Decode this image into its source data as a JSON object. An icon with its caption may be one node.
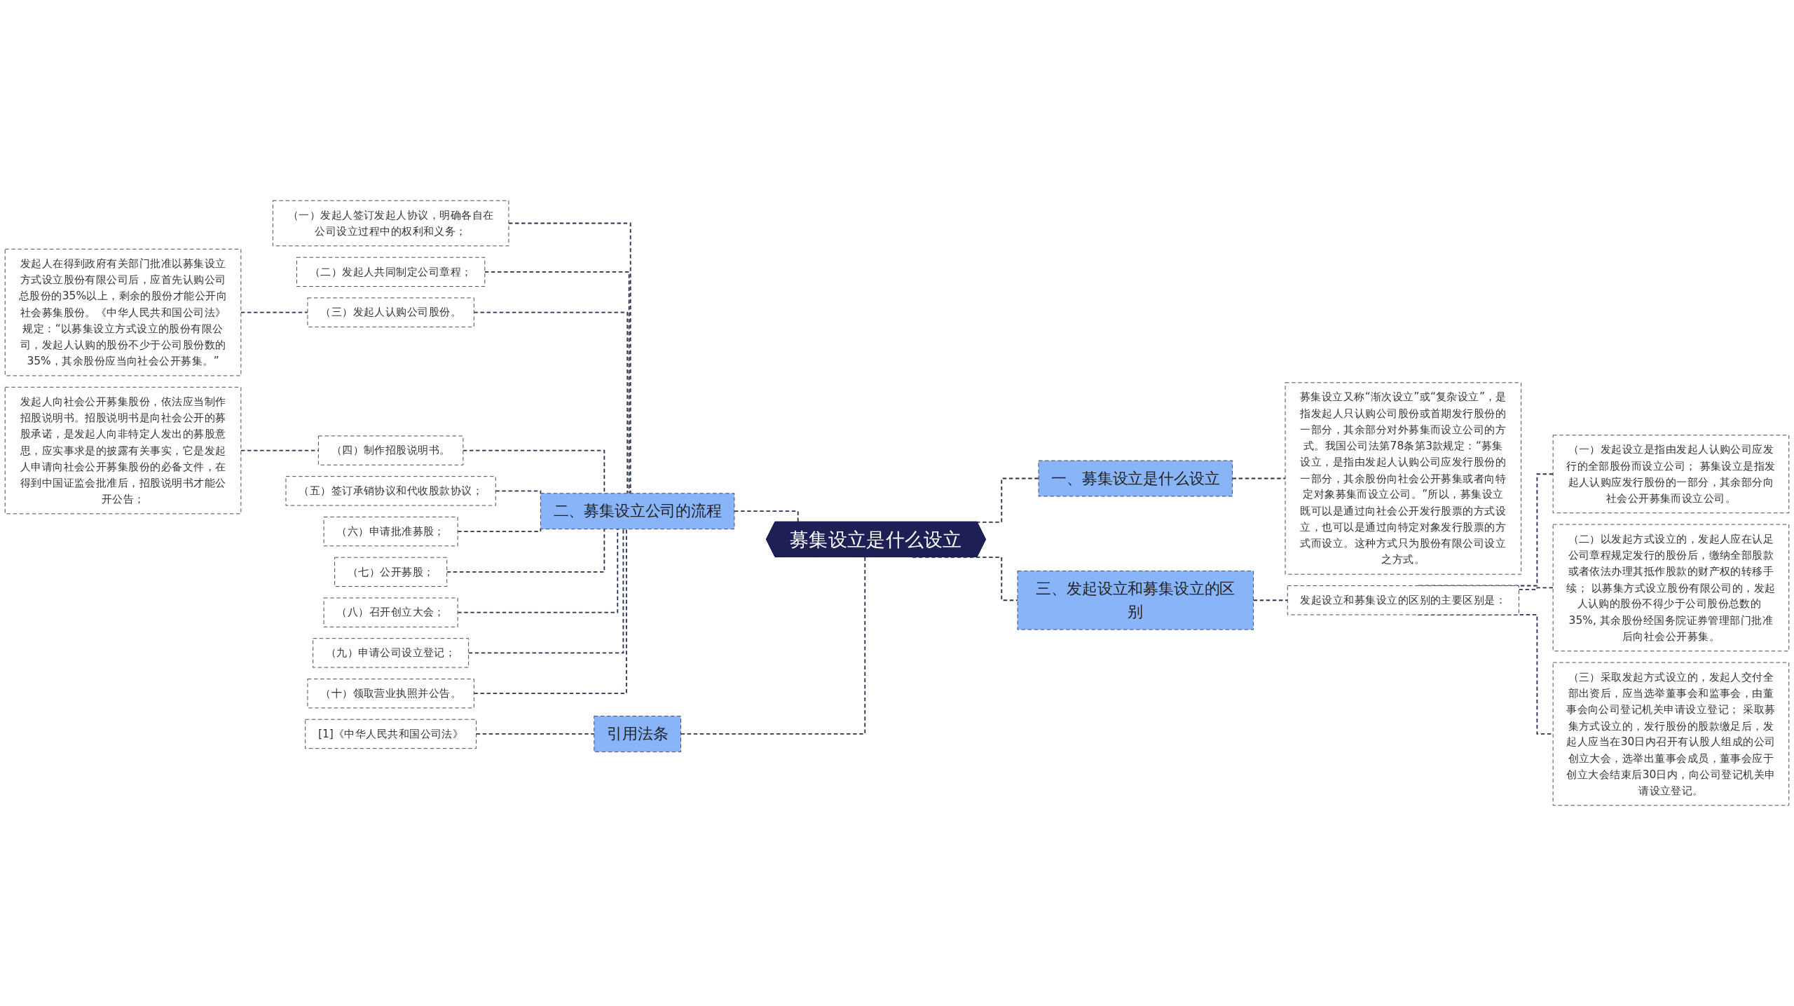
{
  "diagram": {
    "nodes": [
      {
        "text": [
          "募集设立是什么设立"
        ]
      },
      {
        "text": [
          "一、募集设立是什么设立"
        ]
      },
      {
        "text": [
          "募集设立又称“渐次设立”或“复杂设立”，是指发起人只认购公司股份或首期发行股份的一部分，其余部分对外募集而设立公司的方式。我国公司法第78条第3款规定：“募集设立，是指由发起人认购公司应发行股份的一部分，其余股份向社会公开募集或者向特定对象募集而设立公司。”所以，募集设立既可以是通过向社会公开发行股票的方式设立，也可以是通过向特定对象发行股票的方式而设立。这种方式只为股份有限公司设立之方式。"
        ]
      },
      {
        "text": [
          "三、发起设立和募集设立的区别"
        ]
      },
      {
        "text": [
          "发起设立和募集设立的区别的主要区别是："
        ]
      },
      {
        "text": [
          "（一）发起设立是指由发起人认购公司应发行的全部股份而设立公司； 募集设立是指发起人认购应发行股份的一部分，其余部分向社会公开募集而设立公司。"
        ]
      },
      {
        "text": [
          "（二）以发起方式设立的，发起人应在认足公司章程规定发行的股份后，缴纳全部股款或者依法办理其抵作股款的财产权的转移手续； 以募集方式设立股份有限公司的，发起人认购的股份不得少于公司股份总数的 35%, 其余股份经国务院证券管理部门批准后向社会公开募集。"
        ]
      },
      {
        "text": [
          "（三）采取发起方式设立的，发起人交付全部出资后，应当选举董事会和监事会，由董事会向公司登记机关申请设立登记； 采取募集方式设立的，发行股份的股款缴足后，发起人应当在30日内召开有认股人组成的公司创立大会，选举出董事会成员，董事会应于创立大会结束后30日内，向公司登记机关申请设立登记。"
        ]
      },
      {
        "text": [
          "二、募集设立公司的流程"
        ]
      },
      {
        "text": [
          "（一）发起人签订发起人协议，明确各自在公司设立过程中的权利和义务；"
        ]
      },
      {
        "text": [
          "（二）发起人共同制定公司章程；"
        ]
      },
      {
        "text": [
          "（三）发起人认购公司股份。"
        ]
      },
      {
        "text": [
          "发起人在得到政府有关部门批准以募集设立方式设立股份有限公司后，应首先认购公司总股份的35%以上，剩余的股份才能公开向社会募集股份。《中华人民共和国公司法》规定：“以募集设立方式设立的股份有限公司，发起人认购的股份不少于公司股份数的35%，其余股份应当向社会公开募集。”"
        ]
      },
      {
        "text": [
          "（四）制作招股说明书。"
        ]
      },
      {
        "text": [
          "发起人向社会公开募集股份，依法应当制作招股说明书。招股说明书是向社会公开的募股承诺，是发起人向非特定人发出的募股意思，应实事求是的披露有关事实，它是发起人申请向社会公开募集股份的必备文件，在得到中国证监会批准后，招股说明书才能公开公告；"
        ]
      },
      {
        "text": [
          "（五）签订承销协议和代收股款协议；"
        ]
      },
      {
        "text": [
          "（六）申请批准募股；"
        ]
      },
      {
        "text": [
          "（七）公开募股；"
        ]
      },
      {
        "text": [
          "（八）召开创立大会；"
        ]
      },
      {
        "text": [
          "（九）申请公司设立登记；"
        ]
      },
      {
        "text": [
          "（十）领取营业执照并公告。"
        ]
      },
      {
        "text": [
          "引用法条"
        ]
      },
      {
        "text": [
          "[1]《中华人民共和国公司法》"
        ]
      }
    ],
    "edges": [
      {
        "from": 0,
        "to": 1,
        "arrow": "none",
        "style": "dashed"
      },
      {
        "from": 1,
        "to": 2,
        "arrow": "none",
        "style": "dashed"
      },
      {
        "from": 0,
        "to": 3,
        "arrow": "none",
        "style": "dashed"
      },
      {
        "from": 3,
        "to": 4,
        "arrow": "none",
        "style": "dashed"
      },
      {
        "from": 4,
        "to": 5,
        "arrow": "none",
        "style": "dashed"
      },
      {
        "from": 4,
        "to": 6,
        "arrow": "none",
        "style": "dashed"
      },
      {
        "from": 4,
        "to": 7,
        "arrow": "none",
        "style": "dashed"
      },
      {
        "from": 8,
        "to": 0,
        "arrow": "none",
        "style": "dashed"
      },
      {
        "from": 9,
        "to": 8,
        "arrow": "none",
        "style": "dashed"
      },
      {
        "from": 10,
        "to": 8,
        "arrow": "none",
        "style": "dashed"
      },
      {
        "from": 11,
        "to": 8,
        "arrow": "none",
        "style": "dashed"
      },
      {
        "from": 12,
        "to": 11,
        "arrow": "none",
        "style": "dashed"
      },
      {
        "from": 13,
        "to": 8,
        "arrow": "none",
        "style": "dashed"
      },
      {
        "from": 14,
        "to": 13,
        "arrow": "none",
        "style": "dashed"
      },
      {
        "from": 15,
        "to": 8,
        "arrow": "none",
        "style": "dashed"
      },
      {
        "from": 16,
        "to": 8,
        "arrow": "none",
        "style": "dashed"
      },
      {
        "from": 17,
        "to": 8,
        "arrow": "none",
        "style": "dashed"
      },
      {
        "from": 18,
        "to": 8,
        "arrow": "none",
        "style": "dashed"
      },
      {
        "from": 19,
        "to": 8,
        "arrow": "none",
        "style": "dashed"
      },
      {
        "from": 20,
        "to": 8,
        "arrow": "none",
        "style": "dashed"
      },
      {
        "from": 21,
        "to": 0,
        "arrow": "none",
        "style": "dashed"
      },
      {
        "from": 22,
        "to": 21,
        "arrow": "none",
        "style": "dashed"
      }
    ]
  }
}
